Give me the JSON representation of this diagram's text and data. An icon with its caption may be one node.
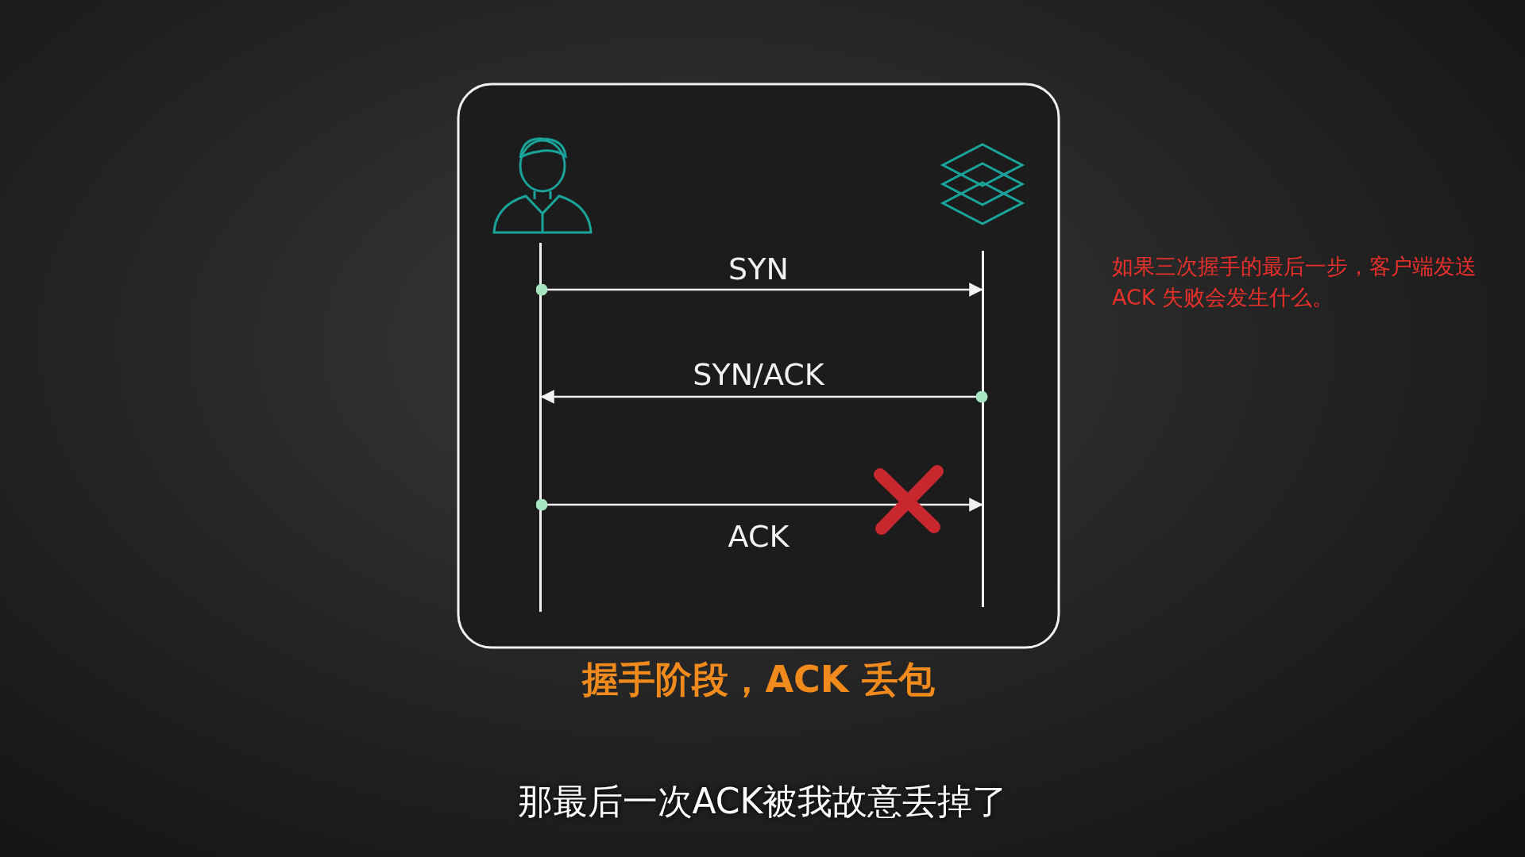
{
  "diagram": {
    "caption": "握手阶段，ACK 丢包",
    "nodes": [
      {
        "text": [],
        "shape": "box"
      },
      {
        "text": [],
        "shape": "person",
        "in": 0
      },
      {
        "text": [],
        "shape": "stack",
        "in": 0
      },
      {
        "text": [],
        "shape": "bar",
        "in": 0
      },
      {
        "text": [],
        "shape": "bar",
        "in": 0
      }
    ],
    "edges": [
      {
        "from": 3,
        "to": 4,
        "arrow": "to",
        "label": "SYN"
      },
      {
        "from": 4,
        "to": 3,
        "arrow": "to",
        "label": "SYN/ACK"
      },
      {
        "from": 3,
        "to": 4,
        "arrow": "to",
        "label": "ACK"
      }
    ],
    "labels": [
      "如果三次握手的最后一步，客户端发送 ACK 失败会发生什么。",
      "那最后一次ACK被我故意丢掉了"
    ]
  }
}
